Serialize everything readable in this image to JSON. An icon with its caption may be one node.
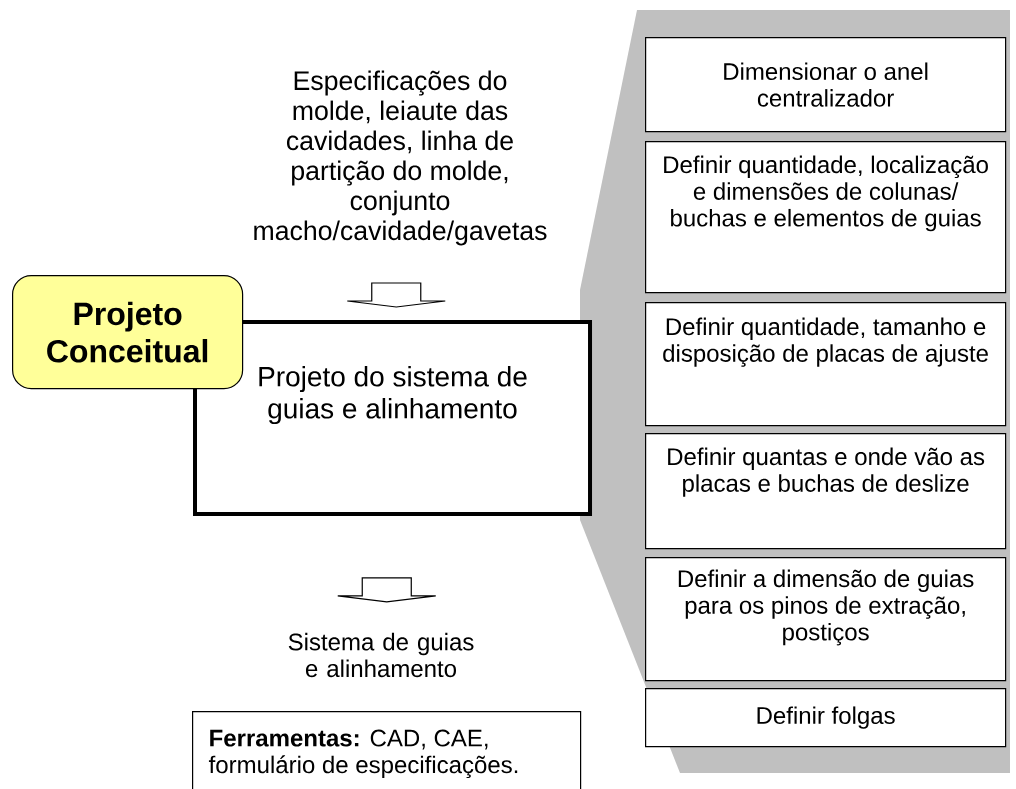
{
  "diagram": {
    "nodes": [
      {
        "text": [
          "Especificações do molde, leiaute das cavidades, linha de partição do molde, conjunto macho/cavidade/gavetas"
        ]
      },
      {
        "text": [
          "Projeto Conceitual"
        ]
      },
      {
        "text": [
          "Projeto do sistema de guias e alinhamento"
        ]
      },
      {
        "text": [
          "Sistema de guias e alinhamento"
        ]
      },
      {
        "text": [
          "**Ferramentas:** CAD, CAE, formulário de especificações."
        ]
      },
      {
        "text": [],
        "shape": "box"
      },
      {
        "text": [
          "Dimensionar o anel centralizador"
        ],
        "in": 5
      },
      {
        "text": [
          "Definir quantidade, localização e dimensões de colunas/ buchas e elementos de guias"
        ],
        "in": 5
      },
      {
        "text": [
          "Definir quantidade, tamanho e disposição de placas de ajuste"
        ],
        "in": 5
      },
      {
        "text": [
          "Definir quantas e onde vão as placas e buchas de deslize"
        ],
        "in": 5
      },
      {
        "text": [
          "Definir a dimensão de guias para os  pinos de extração, postiços"
        ],
        "in": 5
      },
      {
        "text": [
          "Definir folgas"
        ],
        "in": 5
      }
    ],
    "edges": [
      {
        "from": 0,
        "to": 2,
        "arrow": "to"
      },
      {
        "from": 2,
        "to": 3,
        "arrow": "to"
      }
    ]
  }
}
